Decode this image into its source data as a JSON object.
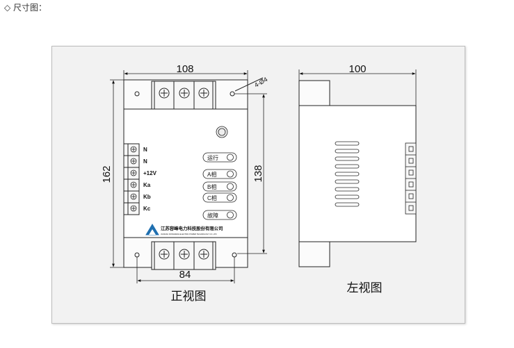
{
  "page": {
    "heading": "◇ 尺寸图："
  },
  "front_view": {
    "caption": "正视图",
    "dims": {
      "width": "108",
      "height": "162",
      "inner_height": "138",
      "hole_span": "84",
      "holes": "4-Ø4"
    },
    "terminal_labels": [
      "N",
      "N",
      "+12V",
      "Ka",
      "Kb",
      "Kc"
    ],
    "indicators": [
      "运行",
      "A相",
      "B相",
      "C相",
      "故障"
    ],
    "company_name": "江苏容峰电力科技股份有限公司",
    "company_name_en": "JIANGSU RONGFENG ELECTRIC POWER TECHNOLOGY CO.,LTD"
  },
  "side_view": {
    "caption": "左视图",
    "dims": {
      "depth": "100"
    }
  }
}
